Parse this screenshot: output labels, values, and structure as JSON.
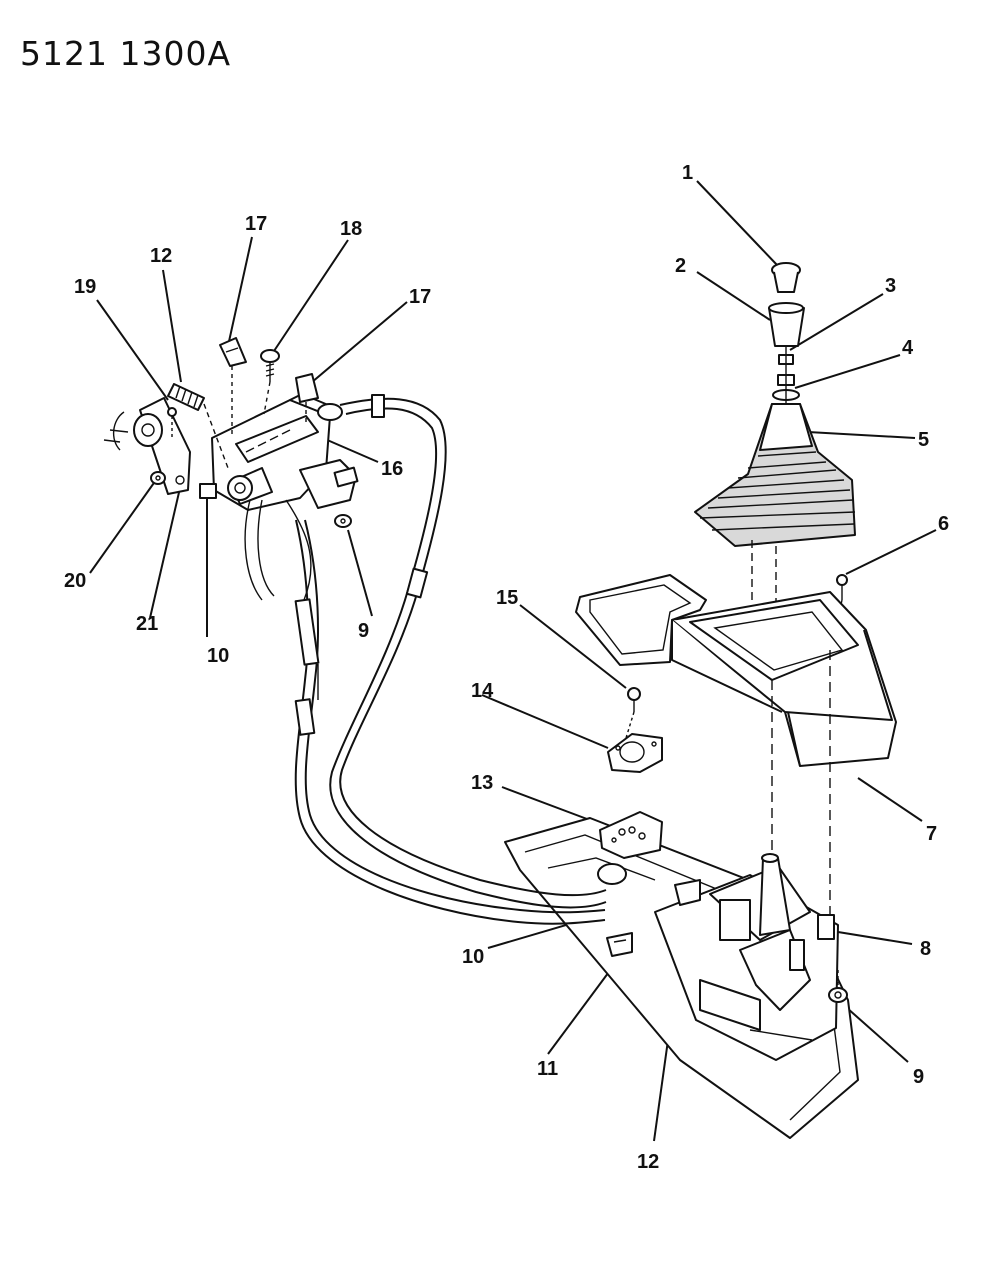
{
  "doc_code": "5121 1300A",
  "callouts": [
    {
      "id": "c1",
      "text": "1"
    },
    {
      "id": "c2",
      "text": "2"
    },
    {
      "id": "c3",
      "text": "3"
    },
    {
      "id": "c4",
      "text": "4"
    },
    {
      "id": "c5",
      "text": "5"
    },
    {
      "id": "c6",
      "text": "6"
    },
    {
      "id": "c7",
      "text": "7"
    },
    {
      "id": "c8",
      "text": "8"
    },
    {
      "id": "c9a",
      "text": "9"
    },
    {
      "id": "c9b",
      "text": "9"
    },
    {
      "id": "c10a",
      "text": "10"
    },
    {
      "id": "c10b",
      "text": "10"
    },
    {
      "id": "c11",
      "text": "11"
    },
    {
      "id": "c12a",
      "text": "12"
    },
    {
      "id": "c12b",
      "text": "12"
    },
    {
      "id": "c13",
      "text": "13"
    },
    {
      "id": "c14",
      "text": "14"
    },
    {
      "id": "c15",
      "text": "15"
    },
    {
      "id": "c16",
      "text": "16"
    },
    {
      "id": "c17a",
      "text": "17"
    },
    {
      "id": "c17b",
      "text": "17"
    },
    {
      "id": "c18",
      "text": "18"
    },
    {
      "id": "c19",
      "text": "19"
    },
    {
      "id": "c20",
      "text": "20"
    },
    {
      "id": "c21",
      "text": "21"
    }
  ]
}
